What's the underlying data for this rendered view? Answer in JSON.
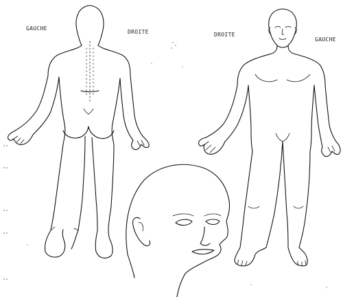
{
  "labels": {
    "back_left": "GAUCHE",
    "back_right": "DROITE",
    "front_right": "DROITE",
    "front_left": "GAUCHE"
  },
  "colors": {
    "ink": "#111111",
    "paper": "#ffffff"
  }
}
